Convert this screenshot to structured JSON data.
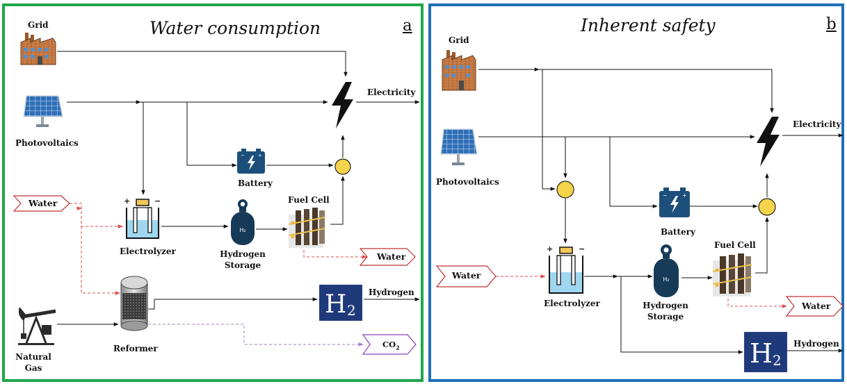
{
  "panel_a": {
    "letter": "a",
    "title": "Water consumption",
    "labels": {
      "grid": "Grid",
      "photovoltaics": "Photovoltaics",
      "electricity": "Electricity",
      "battery": "Battery",
      "water_in": "Water",
      "electrolyzer": "Electrolyzer",
      "hydrogen_storage_line1": "Hydrogen",
      "hydrogen_storage_line2": "Storage",
      "fuel_cell": "Fuel Cell",
      "water_out": "Water",
      "hydrogen": "Hydrogen",
      "natural_gas_line1": "Natural",
      "natural_gas_line2": "Gas",
      "reformer": "Reformer",
      "co2": "CO",
      "co2_sub": "2"
    }
  },
  "panel_b": {
    "letter": "b",
    "title": "Inherent safety",
    "labels": {
      "grid": "Grid",
      "photovoltaics": "Photovoltaics",
      "electricity": "Electricity",
      "battery": "Battery",
      "water_in": "Water",
      "electrolyzer": "Electrolyzer",
      "hydrogen_storage_line1": "Hydrogen",
      "hydrogen_storage_line2": "Storage",
      "fuel_cell": "Fuel Cell",
      "water_out": "Water",
      "hydrogen": "Hydrogen"
    }
  },
  "icon_text": {
    "h2_symbol": "H",
    "h2_sub": "2",
    "tank_mark": "H₂"
  },
  "colors": {
    "panel_a_border": "#1fa64a",
    "panel_b_border": "#1f6fb8",
    "water_flow": "#e04848",
    "co2_flow": "#a07cc8",
    "co2_tag_border": "#8a3fc0",
    "node_fill": "#f5d34a",
    "tank_fill": "#163a58",
    "battery_fill": "#1d4f7c",
    "h2_tile": "#1f3a7a"
  },
  "icons": [
    "factory-icon",
    "solar-panel-icon",
    "lightning-bolt-icon",
    "battery-icon",
    "electrolyzer-icon",
    "hydrogen-tank-icon",
    "fuel-cell-icon",
    "reformer-icon",
    "oil-pump-icon",
    "h2-tile-icon",
    "junction-node-icon"
  ]
}
